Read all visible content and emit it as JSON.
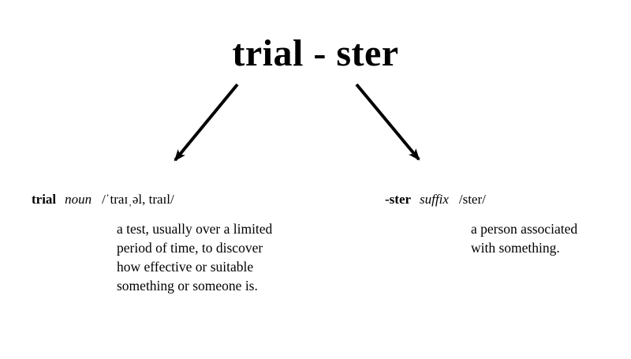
{
  "title": "trial - ster",
  "entries": {
    "left": {
      "word": "trial",
      "part_of_speech": "noun",
      "pronunciation": "/ˈtraɪˌəl, traɪl/",
      "definition": "a test, usually over a limited\nperiod of time, to discover\nhow effective or suitable\nsomething or someone is."
    },
    "right": {
      "word": "-ster",
      "part_of_speech": "suffix",
      "pronunciation": "/ster/",
      "definition": "a person associated\nwith something."
    }
  },
  "colors": {
    "background": "#ffffff",
    "text": "#000000",
    "arrow": "#000000"
  }
}
